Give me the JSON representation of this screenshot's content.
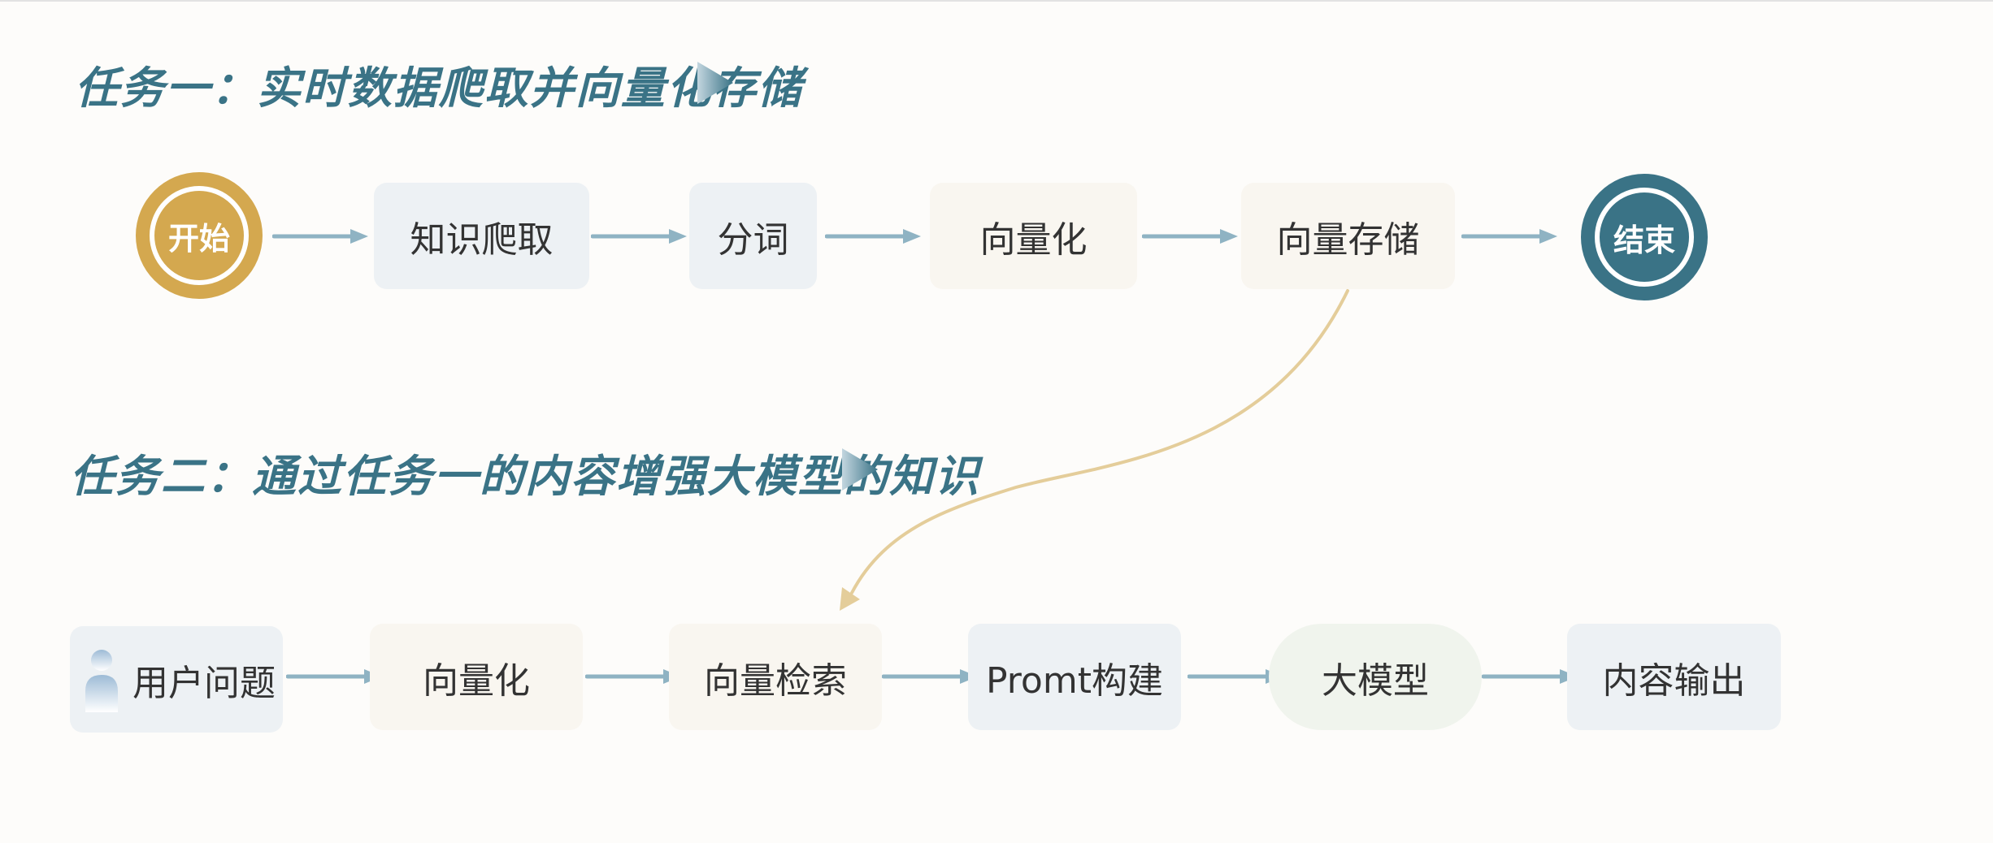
{
  "section1": {
    "title": "任务一：实时数据爬取并向量化存储",
    "start_label": "开始",
    "end_label": "结束",
    "steps": [
      "知识爬取",
      "分词",
      "向量化",
      "向量存储"
    ]
  },
  "section2": {
    "title": "任务二：通过任务一的内容增强大模型的知识",
    "steps": [
      "用户问题",
      "向量化",
      "向量检索",
      "Promt构建",
      "大模型",
      "内容输出"
    ]
  },
  "colors": {
    "title": "#3a7386",
    "start": "#d4a84f",
    "end": "#3a7386",
    "arrow": "#8fb3c3",
    "connector": "#e4cd9a",
    "node_blue": "#edf1f4",
    "node_beige": "#f9f6f0",
    "node_green": "#f0f4ed"
  },
  "icons": [
    "play-triangle-icon",
    "arrow-right-icon",
    "user-icon"
  ]
}
